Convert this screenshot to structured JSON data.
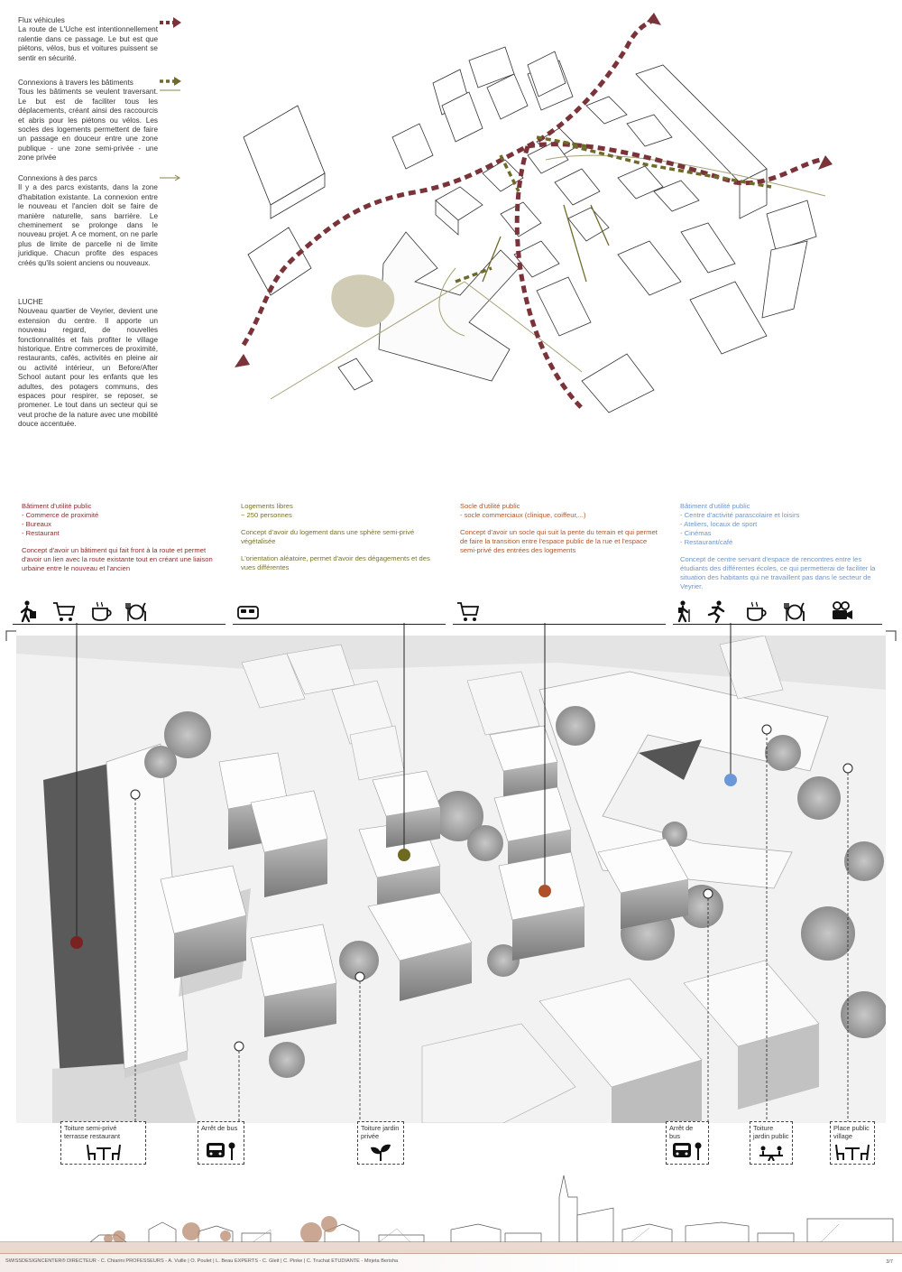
{
  "legend": [
    {
      "title": "Flux véhicules",
      "body": "La route de L'Uche est intentionnellement ralentie dans ce passage. Le but est que piétons, vélos, bus et voitures puissent se sentir en sécurité.",
      "arrow": "dashed-dark-red-arrow",
      "color": "#7a3338"
    },
    {
      "title": "Connexions à travers les bâtiments",
      "body": "Tous les bâtiments se veulent traversant. Le but est de faciliter tous les déplacements, créant ainsi des raccourcis et abris pour les piétons ou vélos. Les socles des logements permettent de faire un passage en douceur entre une zone publique - une zone semi-privée - une zone privée",
      "arrow": "dashed-olive-arrow",
      "color": "#6e6a2a"
    },
    {
      "title": "Connexions à des parcs",
      "body": "Il y a des parcs existants, dans la zone d'habitation existante. La connexion entre le nouveau et l'ancien doit se faire de manière naturelle, sans barrière. Le cheminement se prolonge dans le nouveau projet. A ce moment, on ne parle plus de limite de parcelle ni de limite juridique. Chacun profite des espaces créés qu'ils soient anciens ou nouveaux.",
      "arrow": "thin-olive-arrow",
      "color": "#8a8648"
    },
    {
      "title": "LUCHE",
      "body": "Nouveau quartier de Veyrier, devient une extension du centre. Il apporte un nouveau regard, de nouvelles fonctionnalités et fais profiter le village historique. Entre commerces de proximité, restaurants, cafés, activités en pleine air ou activité intérieur, un Before/After School autant pour les enfants que les adultes, des potagers communs, des espaces pour respirer, se reposer, se promener. Le tout dans un secteur qui se veut proche de la nature avec une mobilité douce accentuée.",
      "arrow": "",
      "color": "#333333"
    }
  ],
  "columns": [
    {
      "color": "#8b2e2e",
      "lines": [
        "Bâtiment d'utilité public",
        "- Commerce de proximité",
        "- Bureaux",
        "- Restaurant",
        "",
        "Concept d'avoir un bâtiment qui fait front à la route et permet d'avoir un lien avec la route existante tout en créant une liaison urbaine entre le nouveau et l'ancien"
      ]
    },
    {
      "color": "#7a7228",
      "lines": [
        "Logements libres",
        "~ 250 personnes",
        "",
        "Concept d'avoir du logement dans une sphère semi-privé végétalisée",
        "",
        "L'orientation aléatoire, permet d'avoir des dégagements et des vues différentes"
      ]
    },
    {
      "color": "#b0562a",
      "lines": [
        "Socle d'utilité public",
        "- socle commerciaux (clinique, coiffeur,...)",
        "",
        "Concept d'avoir un socle qui suit la pente du terrain et qui permet de faire la transition entre l'espace public de la rue et l'espace semi-privé des entrées des logements"
      ]
    },
    {
      "color": "#6e96c8",
      "lines": [
        "Bâtiment d'utilité public",
        "- Centre d'activité parascolaire et loisirs",
        "- Ateliers, locaux de sport",
        "- Cinémas",
        "- Restaurant/café",
        "",
        "Concept de centre servant d'espace de rencontres entre les étudiants des différentes écoles, ce qui permetterai de faciliter la situation des habitants qui ne travaillent pas dans le secteur de Veyrier."
      ]
    }
  ],
  "icons": {
    "group1": [
      "walking-person-icon",
      "shopping-cart-icon",
      "coffee-cup-icon",
      "plate-cutlery-icon"
    ],
    "group2": [
      "bed-icon"
    ],
    "group3": [
      "shopping-cart-icon"
    ],
    "group4": [
      "hiker-icon",
      "running-person-icon",
      "coffee-cup-icon",
      "plate-cutlery-icon",
      "film-camera-icon"
    ]
  },
  "markers": [
    {
      "label": "public-building-west",
      "color": "#7a2222"
    },
    {
      "label": "housing",
      "color": "#6e6a22"
    },
    {
      "label": "commercial-base",
      "color": "#b0502a"
    },
    {
      "label": "activity-centre",
      "color": "#6a98d8"
    }
  ],
  "pins": [
    {
      "label": "Toiture semi-privé terrasse restaurant",
      "icon": "table-chairs-icon"
    },
    {
      "label": "Arrêt de bus",
      "icon": "bus-stop-icon"
    },
    {
      "label": "Toiture jardin privée",
      "icon": "sprout-icon"
    },
    {
      "label": "Arrêt de bus",
      "icon": "bus-stop-icon"
    },
    {
      "label": "Toiture jardin public",
      "icon": "playground-icon"
    },
    {
      "label": "Place public village",
      "icon": "table-chairs-icon"
    }
  ],
  "footer": {
    "text": "SWISSDESIGNCENTER®   DIRECTEUR - C. Chiarini   PROFESSEURS - A. Vuille | O. Poulet | L. Beau   EXPERTS - C. Gleit | C. Pinke | C. Truchat   ETUDIANTE - Mirjeta Berisha",
    "page": "3/7"
  }
}
